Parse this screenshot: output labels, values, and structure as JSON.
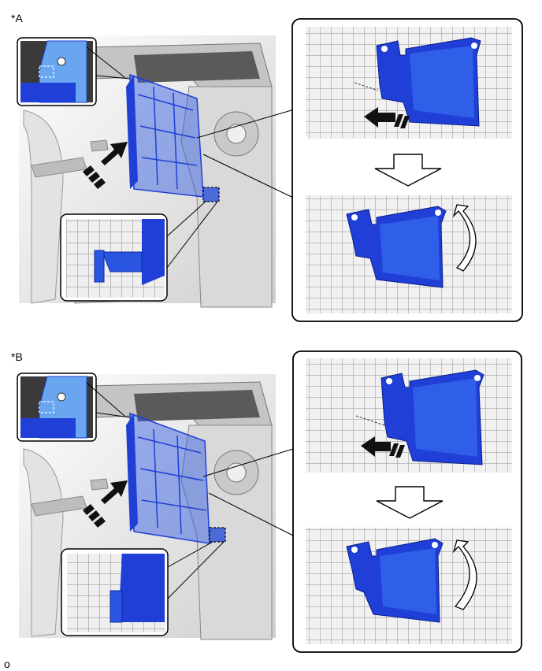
{
  "panels": [
    {
      "id": "A",
      "label": "*A"
    },
    {
      "id": "B",
      "label": "*B"
    }
  ],
  "footer_code": "o",
  "colors": {
    "part_blue": "#1f3fd6",
    "part_blue_light": "#5a8ff0",
    "housing_gray": "#d6d6d6",
    "housing_dark": "#8a8a8a",
    "arrow_black": "#111111",
    "frame": "#000000"
  },
  "icons": [
    "push-arrow-icon",
    "down-arrow-icon",
    "rotate-arrow-icon"
  ]
}
